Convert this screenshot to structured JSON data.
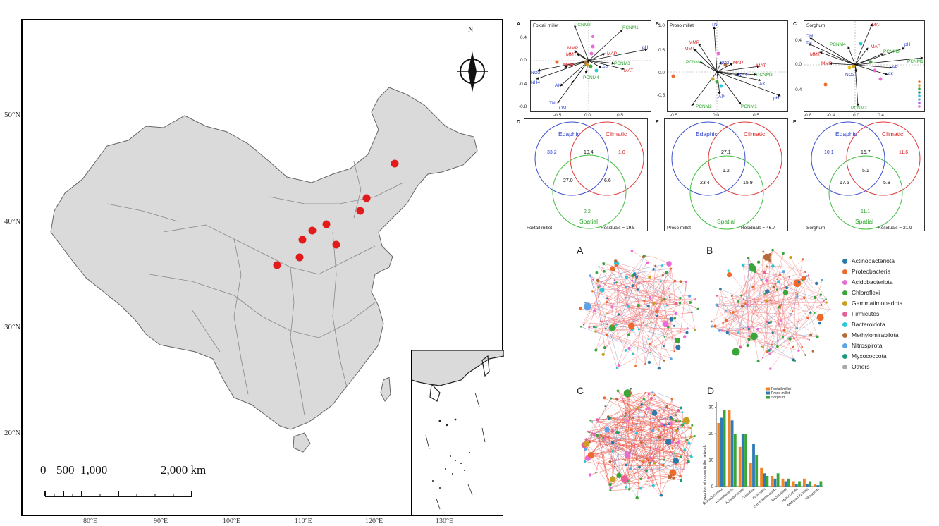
{
  "map": {
    "north_label": "N",
    "lat_labels": [
      "50°N",
      "40°N",
      "30°N",
      "20°N"
    ],
    "lon_labels": [
      "80°E",
      "90°E",
      "100°E",
      "110°E",
      "120°E",
      "130°E"
    ],
    "scale_labels": [
      "0",
      "500",
      "1,000",
      "2,000 km"
    ],
    "colors": {
      "land": "#dadada",
      "sites": "#e31a1c"
    }
  },
  "ordination": {
    "panels": [
      {
        "letter": "A",
        "crop": "Foxtail millet",
        "vectors": [
          "PCNM2",
          "PCNM1",
          "pH",
          "MAP",
          "MMP",
          "MMT",
          "PCNM3",
          "MAT",
          "AP",
          "PCNM4",
          "MAH",
          "NO3",
          "NH4",
          "AK",
          "TN",
          "OM"
        ],
        "yticks": [
          "0.4",
          "0.0",
          "-0.4",
          "-0.8"
        ],
        "xticks": [
          "-0.5",
          "0.0",
          "0.5"
        ]
      },
      {
        "letter": "B",
        "crop": "Proso millet",
        "vectors": [
          "TN",
          "MMP",
          "MMT",
          "PCNM4",
          "NO3",
          "MAP",
          "MAT",
          "NH4",
          "AK",
          "PCNM3",
          "AP",
          "PCNM2",
          "PCNM1",
          "pH"
        ],
        "yticks": [
          "1.0",
          "0.5",
          "0.0",
          "-0.5"
        ],
        "xticks": [
          "-0.5",
          "0.0",
          "0.5"
        ]
      },
      {
        "letter": "C",
        "crop": "Sorghum",
        "vectors": [
          "MAT",
          "OM",
          "TN",
          "PCNM4",
          "MAP",
          "MMT",
          "PCNM3",
          "pH",
          "PCNM1",
          "MMP",
          "AP",
          "NO3",
          "AK",
          "PCNM2"
        ],
        "yticks": [
          "0.4",
          "0.0",
          "-0.4"
        ],
        "xticks": [
          "-0.8",
          "-0.4",
          "0.0",
          "0.4"
        ]
      }
    ]
  },
  "venn": {
    "panels": [
      {
        "letter": "D",
        "crop": "Foxtail millet",
        "labels": [
          "Edaphic",
          "Climatic",
          "Spatial"
        ],
        "values": [
          "33.2",
          "10.4",
          "1.0",
          "27.0",
          "6.6",
          "2.2"
        ],
        "residuals": "Residuals = 19.5"
      },
      {
        "letter": "E",
        "crop": "Proso millet",
        "labels": [
          "Edaphic",
          "Climatic",
          "Spatial"
        ],
        "values": [
          "27.1",
          "1.2",
          "23.4",
          "15.9"
        ],
        "residuals": "Residuals = 46.7"
      },
      {
        "letter": "F",
        "crop": "Sorghum",
        "labels": [
          "Edaphic",
          "Climatic",
          "Spatial"
        ],
        "values": [
          "10.1",
          "16.7",
          "11.6",
          "5.1",
          "17.5",
          "5.8",
          "11.1"
        ],
        "residuals": "Residuals = 21.9"
      }
    ],
    "colors": {
      "edaphic": "#3b4fd0",
      "climatic": "#e03a3a",
      "spatial": "#3fbf3f"
    }
  },
  "networks": {
    "letters": [
      "A",
      "B",
      "C",
      "D"
    ],
    "legend": [
      {
        "name": "Actinobacteriota",
        "color": "#2b7aa8"
      },
      {
        "name": "Proteobacteria",
        "color": "#ee6a2c"
      },
      {
        "name": "Acidobacteriota",
        "color": "#e96bd6"
      },
      {
        "name": "Chloroflexi",
        "color": "#3aa63a"
      },
      {
        "name": "Gemmatimonadota",
        "color": "#c9a020"
      },
      {
        "name": "Firmicutes",
        "color": "#e8609a"
      },
      {
        "name": "Bacteroidota",
        "color": "#28c9d8"
      },
      {
        "name": "Methylomirabilota",
        "color": "#b56a3a"
      },
      {
        "name": "Nitrospirota",
        "color": "#5da3e6"
      },
      {
        "name": "Myxococcota",
        "color": "#1a9a7a"
      },
      {
        "name": "Others",
        "color": "#aaaaaa"
      }
    ]
  },
  "chart_data": {
    "type": "bar",
    "ylabel": "Proportion of nodes in the network",
    "ylim": [
      0,
      32
    ],
    "yticks": [
      0,
      10,
      20,
      30
    ],
    "categories": [
      "Actinobacteriota",
      "Proteobacteria",
      "Acidobacteriota",
      "Chloroflexi",
      "Firmicutes",
      "Gemmatimonadota",
      "Bacteroidota",
      "Myxococcota",
      "Methylomirabilota",
      "Nitrospirota"
    ],
    "series": [
      {
        "name": "Foxtail millet",
        "color": "#f58220",
        "values": [
          24,
          29,
          15,
          9,
          7,
          4,
          3,
          2,
          3,
          1
        ]
      },
      {
        "name": "Proso millet",
        "color": "#2e7bb6",
        "values": [
          26,
          25,
          20,
          16,
          5,
          3,
          2,
          1,
          1,
          0.5
        ]
      },
      {
        "name": "Sorghum",
        "color": "#3aa63a",
        "values": [
          29,
          20,
          20,
          12,
          4,
          5,
          3,
          2,
          2,
          2
        ]
      }
    ]
  }
}
